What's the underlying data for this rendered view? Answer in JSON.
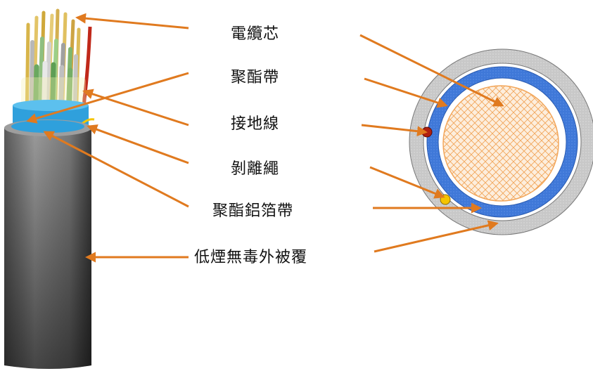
{
  "labels": [
    {
      "id": "core",
      "text": "電纜芯"
    },
    {
      "id": "polyester-tape",
      "text": "聚酯帶"
    },
    {
      "id": "ground-wire",
      "text": "接地線"
    },
    {
      "id": "rip-cord",
      "text": "剝離繩"
    },
    {
      "id": "foil-tape",
      "text": "聚酯鋁箔帶"
    },
    {
      "id": "jacket",
      "text": "低煙無毒外被覆"
    }
  ],
  "colors": {
    "arrow": "#e07a1f",
    "core_fill": "#fdeedd",
    "core_mesh": "#f2a65a",
    "foil_blue": "#3f78d8",
    "jacket_gray": "#c4c4c4",
    "ground_wire": "#b02010",
    "rip_cord": "#f5c400",
    "cable_body": "#8a8a8a"
  },
  "icons": [
    "cable-illustration",
    "cross-section-illustration"
  ]
}
